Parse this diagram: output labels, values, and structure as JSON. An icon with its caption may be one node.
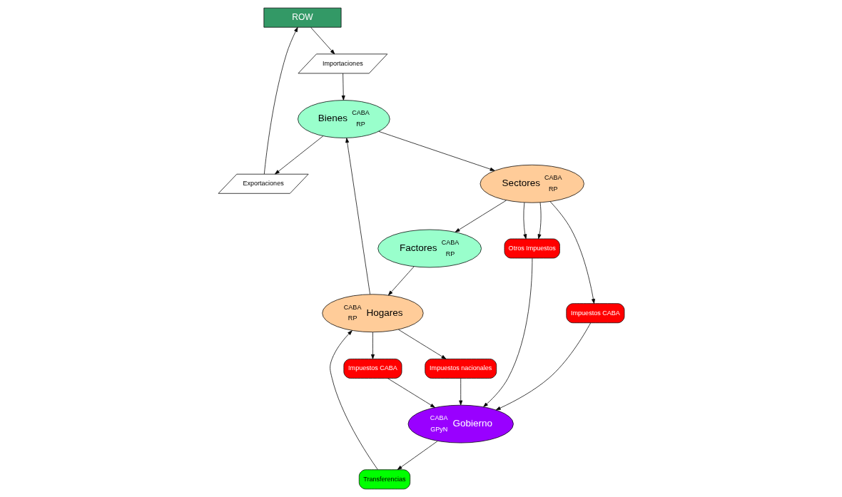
{
  "diagram": {
    "nodes": [
      {
        "text": [
          "ROW"
        ]
      },
      {
        "text": [
          "Importaciones"
        ]
      },
      {
        "text": [
          "Exportaciones"
        ]
      },
      {
        "text": [
          "Bienes",
          "CABA",
          "RP"
        ]
      },
      {
        "text": [
          "Hogares",
          "CABA",
          "RP"
        ]
      },
      {
        "text": [
          "Sectores",
          "CABA",
          "RP"
        ]
      },
      {
        "text": [
          "Factores",
          "CABA",
          "RP"
        ]
      },
      {
        "text": [
          "Impuestos CABA"
        ]
      },
      {
        "text": [
          "Impuestos nacionales"
        ]
      },
      {
        "text": [
          "Impuestos CABA"
        ]
      },
      {
        "text": [
          "Otros Impuestos"
        ]
      },
      {
        "text": [
          "Transferencias"
        ]
      },
      {
        "text": [
          "Gobierno",
          "CABA",
          "GPyN"
        ]
      }
    ],
    "edges": [
      {
        "from": 0,
        "to": 1,
        "arrow": "to"
      },
      {
        "from": 1,
        "to": 3,
        "arrow": "to"
      },
      {
        "from": 3,
        "to": 2,
        "arrow": "to"
      },
      {
        "from": 2,
        "to": 0,
        "arrow": "to"
      },
      {
        "from": 4,
        "to": 3,
        "arrow": "to"
      },
      {
        "from": 3,
        "to": 5,
        "arrow": "to"
      },
      {
        "from": 5,
        "to": 6,
        "arrow": "to"
      },
      {
        "from": 6,
        "to": 4,
        "arrow": "to"
      },
      {
        "from": 4,
        "to": 7,
        "arrow": "to"
      },
      {
        "from": 4,
        "to": 8,
        "arrow": "to"
      },
      {
        "from": 5,
        "to": 9,
        "arrow": "to"
      },
      {
        "from": 5,
        "to": 10,
        "arrow": "to"
      },
      {
        "from": 5,
        "to": 10,
        "arrow": "to"
      },
      {
        "from": 7,
        "to": 12,
        "arrow": "to"
      },
      {
        "from": 8,
        "to": 12,
        "arrow": "to"
      },
      {
        "from": 9,
        "to": 12,
        "arrow": "to"
      },
      {
        "from": 10,
        "to": 12,
        "arrow": "to"
      },
      {
        "from": 12,
        "to": 11,
        "arrow": "to"
      },
      {
        "from": 11,
        "to": 4,
        "arrow": "to"
      }
    ]
  }
}
